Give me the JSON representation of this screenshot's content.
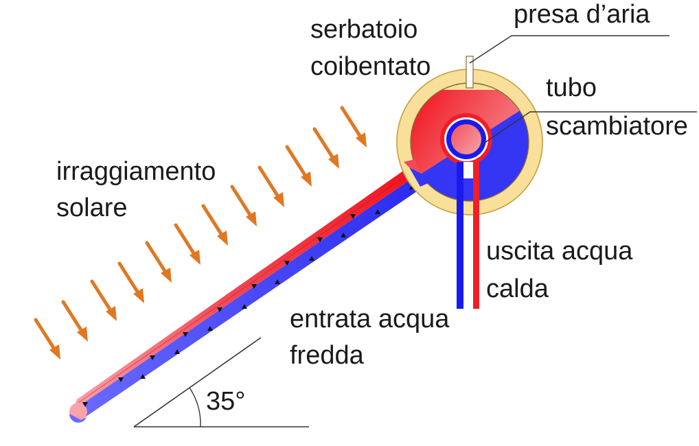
{
  "labels": {
    "tank_line1": "serbatoio",
    "tank_line2": "coibentato",
    "air_intake": "presa d’aria",
    "exchanger_line1": "tubo",
    "exchanger_line2": "scambiatore",
    "radiation_line1": "irraggiamento",
    "radiation_line2": "solare",
    "hot_out_line1": "uscita acqua",
    "hot_out_line2": "calda",
    "cold_in_line1": "entrata acqua",
    "cold_in_line2": "fredda",
    "angle": "35°"
  },
  "colors": {
    "hot_water": "#f01e28",
    "hot_water_light": "#f8a0a8",
    "cold_water": "#3333ff",
    "cold_water_dark": "#1a1aee",
    "insulation": "#f9e09a",
    "insulation_stroke": "#c9a54a",
    "sun_arrow": "#e07822",
    "flow_marker": "#111111"
  },
  "icons": {
    "radiation": "sun-ray-arrow-icon",
    "flow": "flow-direction-triangle-icon"
  }
}
